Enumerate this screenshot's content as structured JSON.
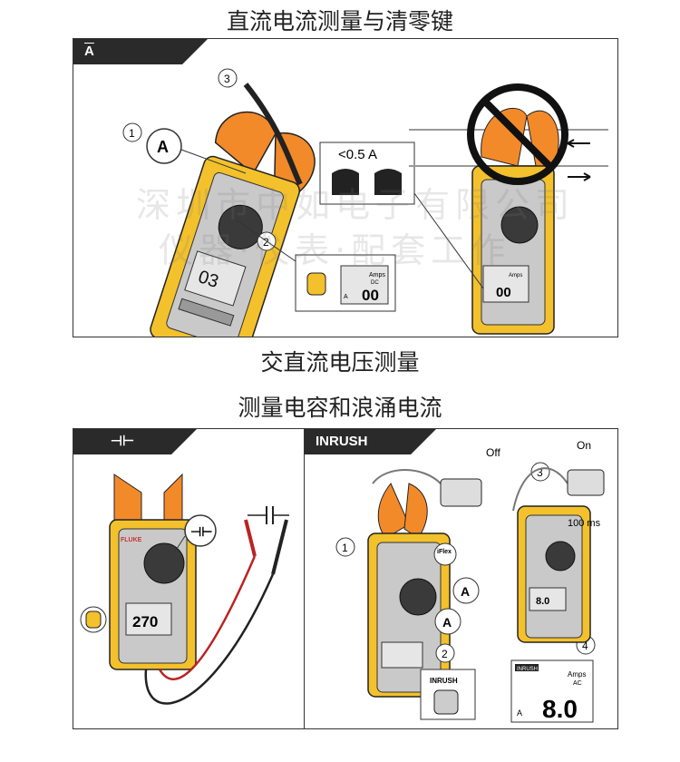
{
  "titles": {
    "dc_current_zero": "直流电流测量与清零键",
    "ac_dc_voltage": "交直流电压测量",
    "capacitance_inrush": "测量电容和浪涌电流"
  },
  "panel1": {
    "tab_symbol": "A",
    "steps": [
      "1",
      "2",
      "3"
    ],
    "threshold_label": "<0.5 A",
    "display_small": "03",
    "display_zero": "00",
    "display_unit": "Amps",
    "display_mode": "DC",
    "display_A": "A"
  },
  "panel2": {
    "tab_symbol": "capacitor-symbol",
    "display_value": "270",
    "brand": "FLUKE"
  },
  "panel3": {
    "tab_label": "INRUSH",
    "off_label": "Off",
    "on_label": "On",
    "time_label": "100 ms",
    "steps": [
      "1",
      "2",
      "3",
      "4"
    ],
    "iflex_label": "iFlex",
    "inrush_button": "INRUSH",
    "readout_badge": "INRUSH",
    "readout_unit": "Amps",
    "readout_mode": "AC",
    "readout_value": "8.0",
    "readout_A": "A",
    "small_display": "8.0"
  },
  "watermark": {
    "line1": "深圳市中如电子有限公司",
    "line2": "仪器·仪表·配套工作"
  },
  "colors": {
    "meter_yellow": "#f3c12c",
    "meter_orange": "#f28a2a",
    "panel_dark": "#2a2a2a",
    "lcd": "#e6e6e6"
  }
}
